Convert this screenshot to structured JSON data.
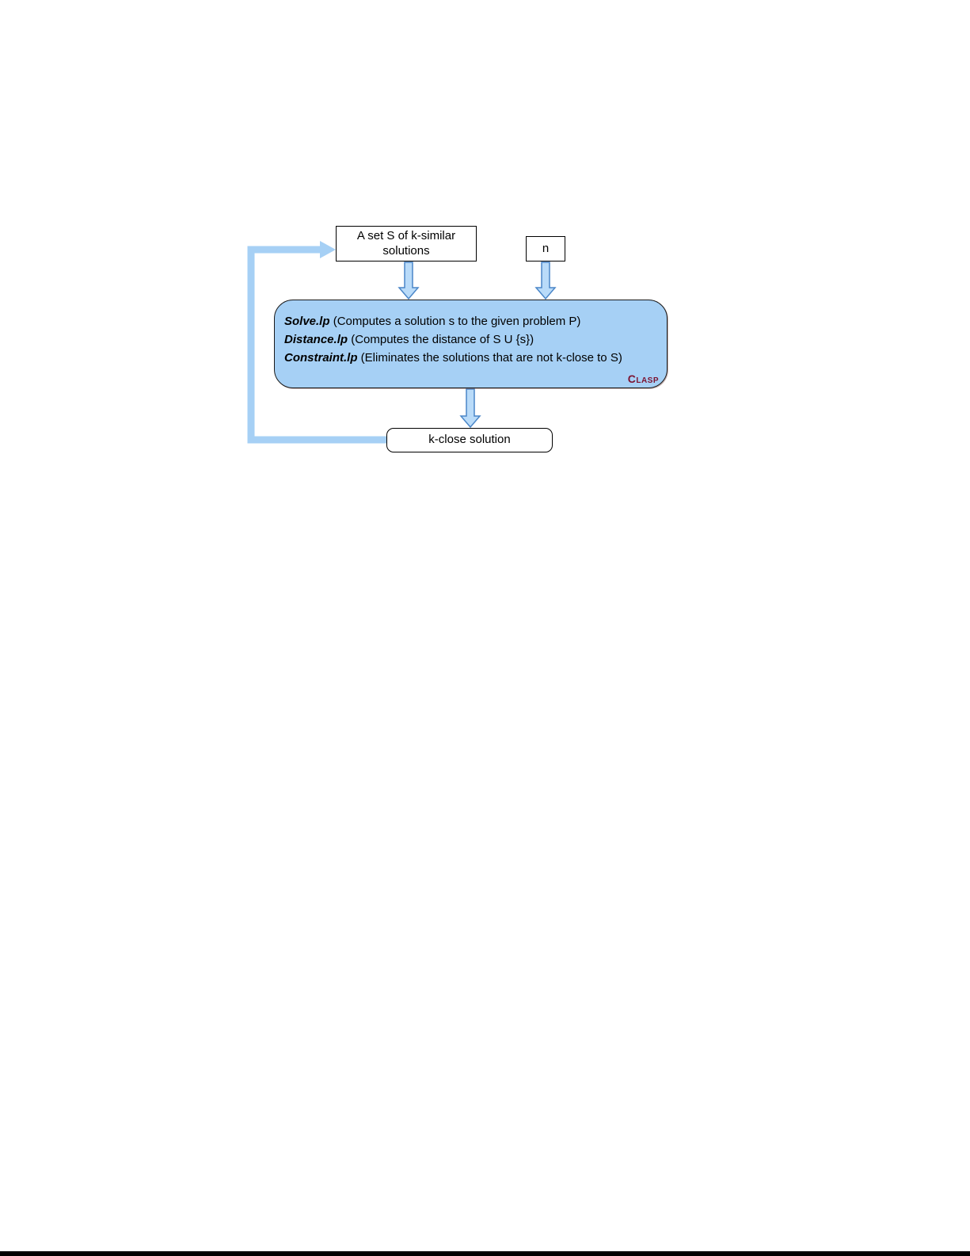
{
  "diagram": {
    "input_set": {
      "label_line1": "A set S of k-similar",
      "label_line2": "solutions"
    },
    "input_n": {
      "label": "n"
    },
    "process": {
      "lines": [
        {
          "name": "Solve.lp",
          "desc": " (Computes a solution s to the given problem P)"
        },
        {
          "name": "Distance.lp",
          "desc": " (Computes the distance of S U {s})"
        },
        {
          "name": "Constraint.lp",
          "desc": " (Eliminates the solutions that are not k-close to S)"
        }
      ],
      "engine_label": "Clasp"
    },
    "output": {
      "label": "k-close solution"
    },
    "colors": {
      "process_fill": "#a6d0f5",
      "arrow_fill": "#b9dbf9",
      "arrow_stroke": "#4a86c8",
      "loop_color": "#a6d0f5",
      "clasp_color": "#7c1230"
    }
  }
}
